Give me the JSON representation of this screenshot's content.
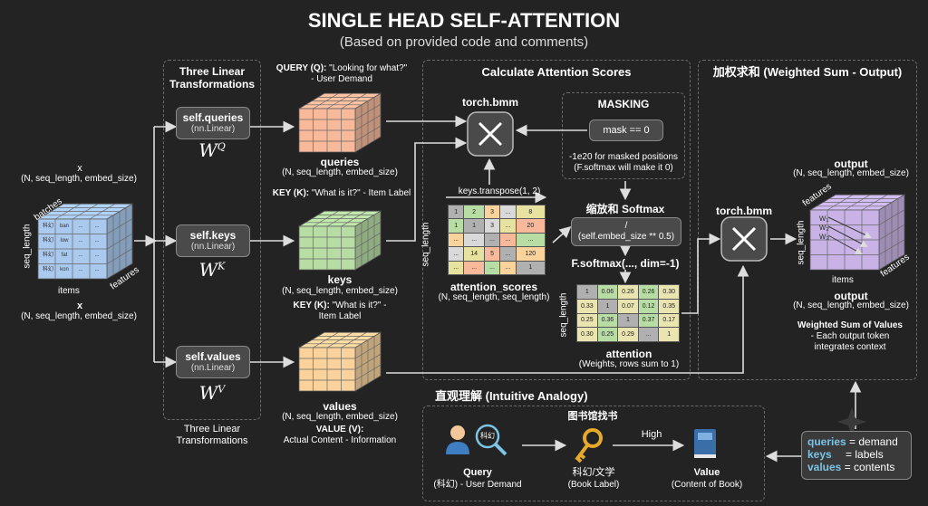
{
  "title": "SINGLE HEAD SELF-ATTENTION",
  "subtitle": "(Based on provided code and comments)",
  "input": {
    "top_label": "x",
    "top_shape": "(N, seq_length, embed_size)",
    "bottom_label": "x",
    "bottom_shape": "(N, seq_length, embed_size)",
    "axis_batches": "batches",
    "axis_seq": "seq_length",
    "axis_items": "items",
    "axis_features": "features",
    "cells": [
      "科幻",
      "ban",
      "...",
      "...",
      "科幻",
      "low",
      "...",
      "...",
      "科幻",
      "fat",
      "...",
      "...",
      "科幻",
      "kon",
      "...",
      "..."
    ]
  },
  "linear": {
    "header_line1": "Three Linear",
    "header_line2": "Transformations",
    "footer_line1": "Three Linear",
    "footer_line2": "Transformations",
    "queries_name": "self.queries",
    "keys_name": "self.keys",
    "values_name": "self.values",
    "module": "(nn.Linear)",
    "w_letter": "W",
    "wq_sup": "Q",
    "wk_sup": "K",
    "wv_sup": "V"
  },
  "qkv": {
    "query_note_bold": "QUERY (Q):",
    "query_note_text": "\"Looking for what?\"",
    "query_note_line2": "- User Demand",
    "queries_label": "queries",
    "queries_shape": "(N, seq_length, embed_size)",
    "key_note_bold": "KEY (K):",
    "key_note_text": "\"What is it?\" - Item Label",
    "keys_label": "keys",
    "keys_shape": "(N, seq_length, embed_size)",
    "key_note2_bold": "KEY (K):",
    "key_note2_text": "\"What is it?\" -",
    "key_note2_line2": "Item Label",
    "values_label": "values",
    "values_shape": "(N, seq_length, embed_size)",
    "value_note_bold": "VALUE (V):",
    "value_note_line2": "Actual Content - Information"
  },
  "scores": {
    "header": "Calculate Attention Scores",
    "bmm_label": "torch.bmm",
    "masking_header": "MASKING",
    "mask_expr": "mask == 0",
    "mask_note_line1": "-1e20 for masked positions",
    "mask_note_line2": "(F.softmax will make it 0)",
    "transpose_label": "keys.transpose(1, 2)",
    "seq_axis": "seq_length",
    "matrix_label": "attention_scores",
    "matrix_shape": "(N, seq_length, seq_length)",
    "matrix": [
      [
        "1",
        "2",
        "3",
        "...",
        "8"
      ],
      [
        "1",
        "1",
        "3",
        "...",
        "20"
      ],
      [
        "...",
        "...",
        "...",
        "...",
        "..."
      ],
      [
        "...",
        "14",
        "5",
        "...",
        "120"
      ],
      [
        "...",
        "...",
        "...",
        "...",
        "1"
      ]
    ],
    "scale_header": "缩放和 Softmax",
    "scale_line1": "/",
    "scale_line2": "(self.embed_size ** 0.5)",
    "softmax_label": "F.softmax(..., dim=-1)",
    "attention": [
      [
        "1",
        "0.06",
        "0.26",
        "0.26",
        "0.30"
      ],
      [
        "0.33",
        "1",
        "0.07",
        "0.12",
        "0.35"
      ],
      [
        "0.25",
        "0.36",
        "1",
        "0.37",
        "0.17"
      ],
      [
        "0.30",
        "0.25",
        "0.29",
        "...",
        "1"
      ]
    ],
    "attention_label": "attention",
    "attention_note": "(Weights, rows sum to 1)"
  },
  "output": {
    "header": "加权求和 (Weighted Sum - Output)",
    "bmm_label": "torch.bmm",
    "top_label": "output",
    "top_shape": "(N, seq_length, embed_size)",
    "label": "output",
    "shape": "(N, seq_length, embed_size)",
    "desc_bold": "Weighted Sum of Values",
    "desc_line2": "- Each output token",
    "desc_line3": "integrates context",
    "axis_features_top": "features",
    "axis_seq": "seq_length",
    "axis_items": "items",
    "axis_features": "features",
    "weights": [
      "w₁",
      "w₂",
      "w₃"
    ]
  },
  "analogy": {
    "header": "直观理解 (Intuitive Analogy)",
    "subheader": "图书馆找书",
    "magnifier_text": "科幻",
    "query_label": "Query",
    "query_sub": "(科幻) - User Demand",
    "key_label": "科幻/文学",
    "key_sub": "(Book Label)",
    "high_label": "High",
    "value_label": "Value",
    "value_sub": "(Content of Book)"
  },
  "legend": {
    "rows": [
      {
        "term": "queries",
        "eq": "= demand"
      },
      {
        "term": "keys",
        "eq": "= labels"
      },
      {
        "term": "values",
        "eq": "= contents"
      }
    ]
  },
  "colors": {
    "input_cube": "#a9c9ee",
    "queries_cube": "#f7b99a",
    "keys_cube": "#b7dca4",
    "values_cube": "#f9d29c",
    "output_cube": "#c9b3e6",
    "accent_blue": "#7cc5e6"
  }
}
